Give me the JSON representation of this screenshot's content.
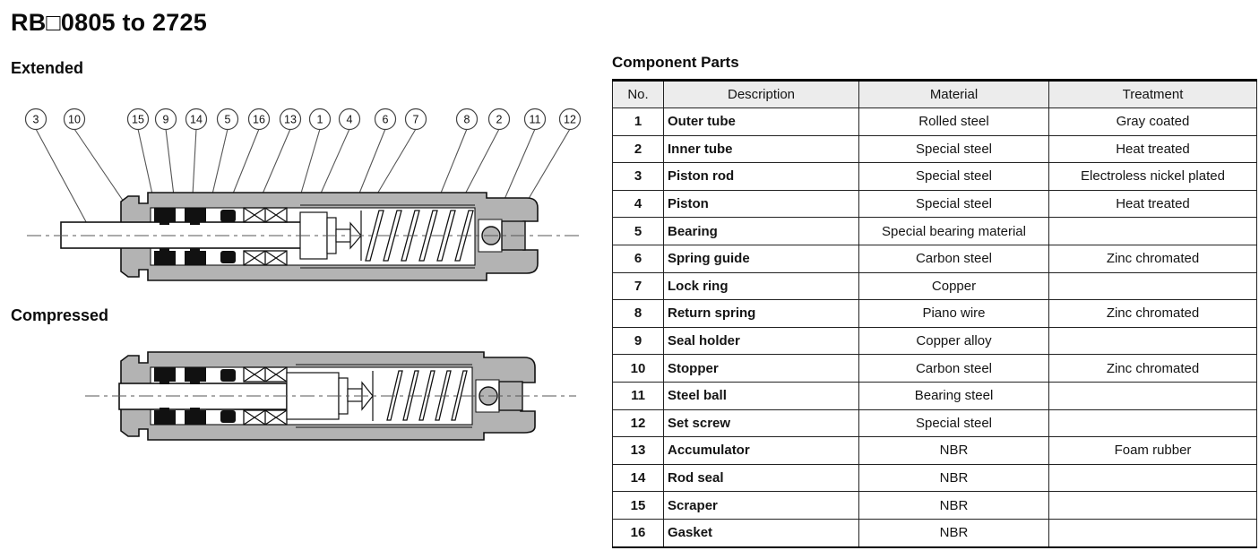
{
  "page": {
    "title": "RB□0805 to 2725"
  },
  "extended": {
    "label": "Extended",
    "callouts": [
      "3",
      "10",
      "15",
      "9",
      "14",
      "5",
      "16",
      "13",
      "1",
      "4",
      "6",
      "7",
      "8",
      "2",
      "11",
      "12"
    ]
  },
  "compressed": {
    "label": "Compressed"
  },
  "parts_table": {
    "title": "Component Parts",
    "columns": [
      "No.",
      "Description",
      "Material",
      "Treatment"
    ],
    "rows": [
      {
        "no": "1",
        "description": "Outer tube",
        "material": "Rolled steel",
        "treatment": "Gray coated"
      },
      {
        "no": "2",
        "description": "Inner tube",
        "material": "Special steel",
        "treatment": "Heat treated"
      },
      {
        "no": "3",
        "description": "Piston rod",
        "material": "Special steel",
        "treatment": "Electroless nickel plated"
      },
      {
        "no": "4",
        "description": "Piston",
        "material": "Special steel",
        "treatment": "Heat treated"
      },
      {
        "no": "5",
        "description": "Bearing",
        "material": "Special bearing material",
        "treatment": ""
      },
      {
        "no": "6",
        "description": "Spring guide",
        "material": "Carbon steel",
        "treatment": "Zinc chromated"
      },
      {
        "no": "7",
        "description": "Lock ring",
        "material": "Copper",
        "treatment": ""
      },
      {
        "no": "8",
        "description": "Return spring",
        "material": "Piano wire",
        "treatment": "Zinc chromated"
      },
      {
        "no": "9",
        "description": "Seal holder",
        "material": "Copper alloy",
        "treatment": ""
      },
      {
        "no": "10",
        "description": "Stopper",
        "material": "Carbon steel",
        "treatment": "Zinc chromated"
      },
      {
        "no": "11",
        "description": "Steel ball",
        "material": "Bearing steel",
        "treatment": ""
      },
      {
        "no": "12",
        "description": "Set screw",
        "material": "Special steel",
        "treatment": ""
      },
      {
        "no": "13",
        "description": "Accumulator",
        "material": "NBR",
        "treatment": "Foam rubber"
      },
      {
        "no": "14",
        "description": "Rod seal",
        "material": "NBR",
        "treatment": ""
      },
      {
        "no": "15",
        "description": "Scraper",
        "material": "NBR",
        "treatment": ""
      },
      {
        "no": "16",
        "description": "Gasket",
        "material": "NBR",
        "treatment": ""
      }
    ]
  },
  "colors": {
    "diagram_gray": "#b3b3b3",
    "outline": "#111111",
    "table_header_bg": "#ececec"
  }
}
